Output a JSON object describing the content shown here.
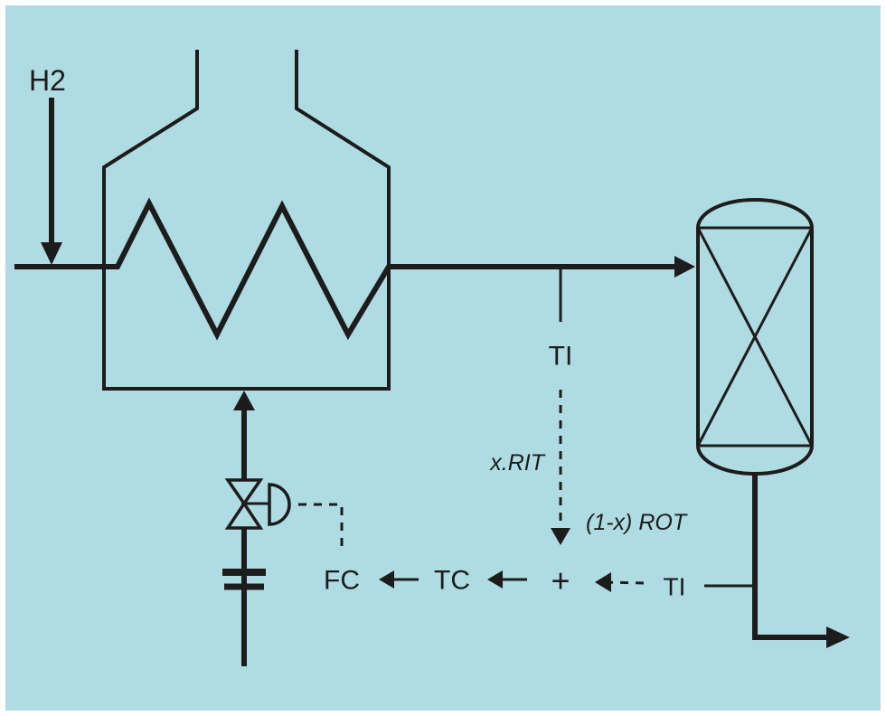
{
  "colors": {
    "background": "#afdbe3",
    "line": "#1c1c1c"
  },
  "equipment": {
    "feed_label": "H2",
    "instruments": {
      "ti_top": "TI",
      "sum": "+",
      "tc": "TC",
      "fc": "FC",
      "ti_bottom": "TI"
    },
    "signal_labels": {
      "x_rit": "x.RIT",
      "rot": "(1-x) ROT"
    }
  }
}
